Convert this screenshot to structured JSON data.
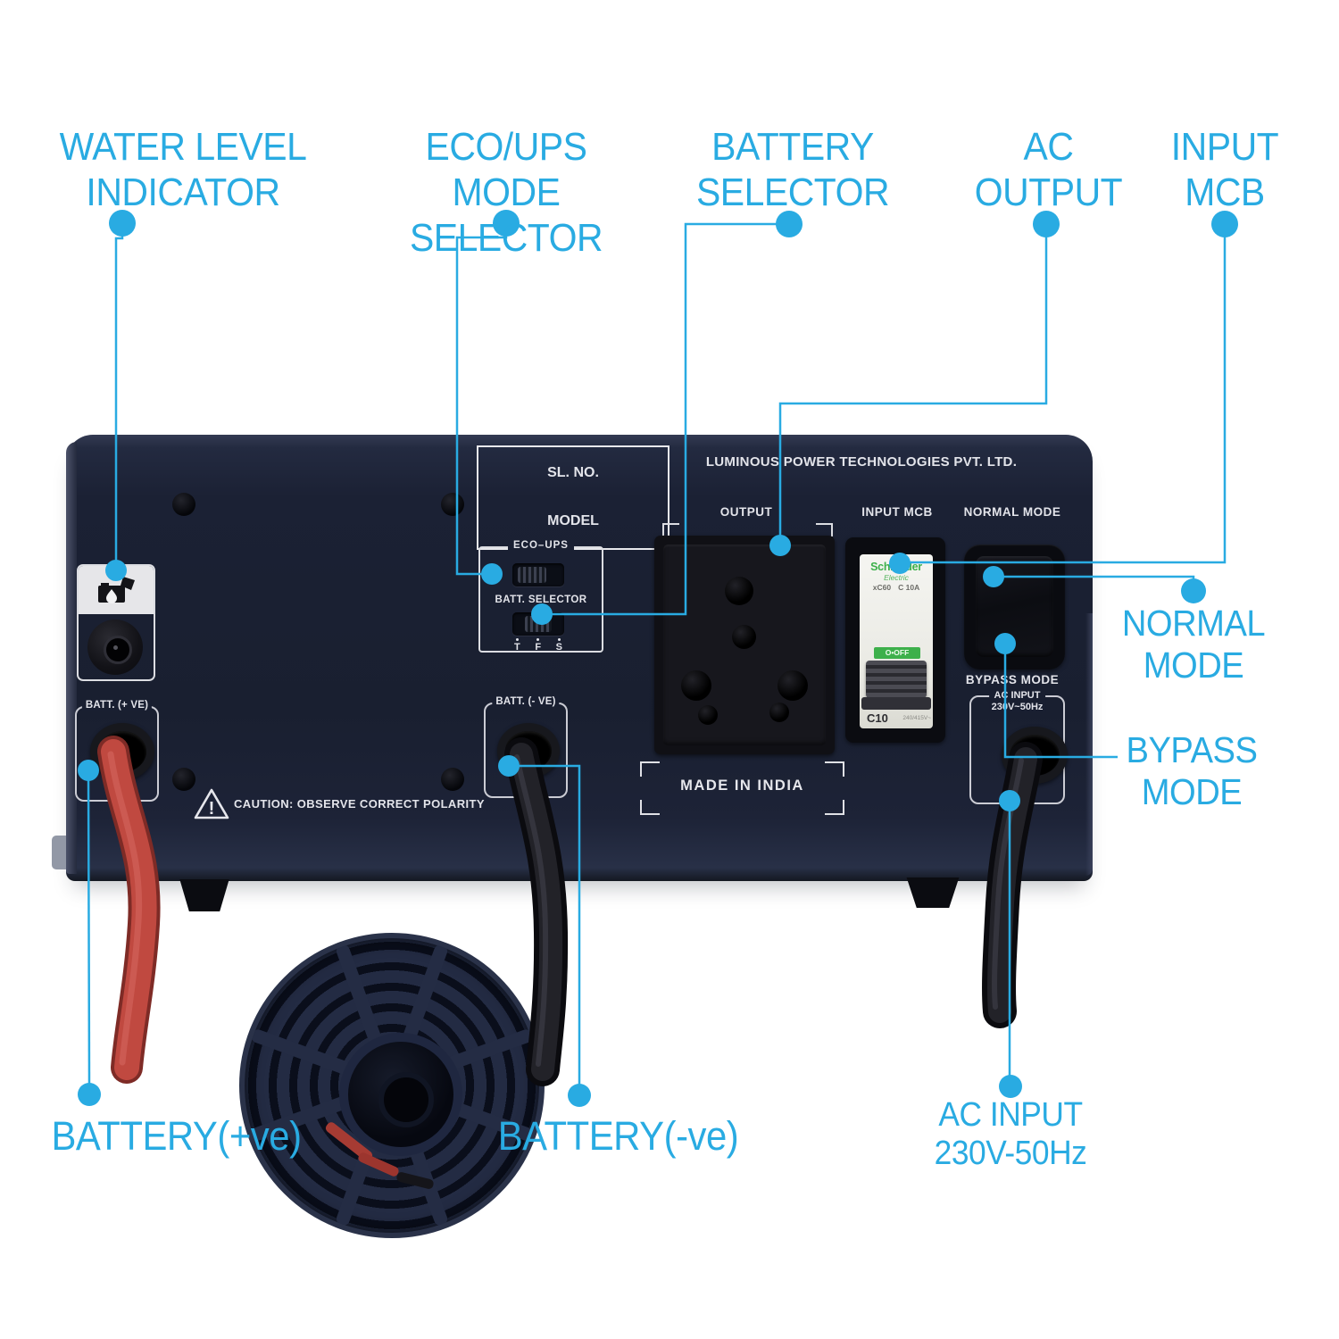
{
  "colors": {
    "accent": "#29ABE2",
    "panel_navy": "#1B2134",
    "mcb_green": "#3DB04B",
    "cable_red": "#BB4039"
  },
  "annotations": {
    "water_level": {
      "lines": [
        "WATER LEVEL",
        "INDICATOR"
      ]
    },
    "eco_ups_mode": {
      "lines": [
        "ECO/UPS MODE",
        "SELECTOR"
      ]
    },
    "battery_selector": {
      "lines": [
        "BATTERY",
        "SELECTOR"
      ]
    },
    "ac_output": {
      "lines": [
        "AC",
        "OUTPUT"
      ]
    },
    "input_mcb": {
      "lines": [
        "INPUT",
        "MCB"
      ]
    },
    "normal_mode": {
      "lines": [
        "NORMAL",
        "MODE"
      ]
    },
    "bypass_mode": {
      "lines": [
        "BYPASS",
        "MODE"
      ]
    },
    "battery_positive": {
      "lines": [
        "BATTERY(+ve)"
      ]
    },
    "battery_negative": {
      "lines": [
        "BATTERY(-ve)"
      ]
    },
    "ac_input": {
      "lines": [
        "AC INPUT",
        "230V-50Hz"
      ]
    }
  },
  "panel": {
    "serial_label": "SL. NO.",
    "model_label": "MODEL",
    "brand": "LUMINOUS POWER TECHNOLOGIES PVT. LTD.",
    "output_label": "OUTPUT",
    "input_mcb_label": "INPUT MCB",
    "normal_mode_label": "NORMAL MODE",
    "bypass_mode_label": "BYPASS MODE",
    "eco_ups_legend": "ECO–UPS",
    "batt_selector_label": "BATT. SELECTOR",
    "batt_selector_positions": [
      "T",
      "F",
      "S"
    ],
    "batt_positive_label": "BATT. (+ VE)",
    "batt_negative_label": "BATT. (- VE)",
    "ac_input_line1": "AC INPUT",
    "ac_input_line2": "230V~50Hz",
    "made_in": "MADE IN INDIA",
    "caution_mark": "!",
    "caution": "CAUTION: OBSERVE CORRECT POLARITY"
  },
  "mcb": {
    "brand": "Schneider",
    "brand_sub": "Electric",
    "model": "xC60",
    "rating": "C 10A",
    "off_label": "O•OFF",
    "bottom_rating": "C10",
    "voltage": "240/415V~"
  }
}
